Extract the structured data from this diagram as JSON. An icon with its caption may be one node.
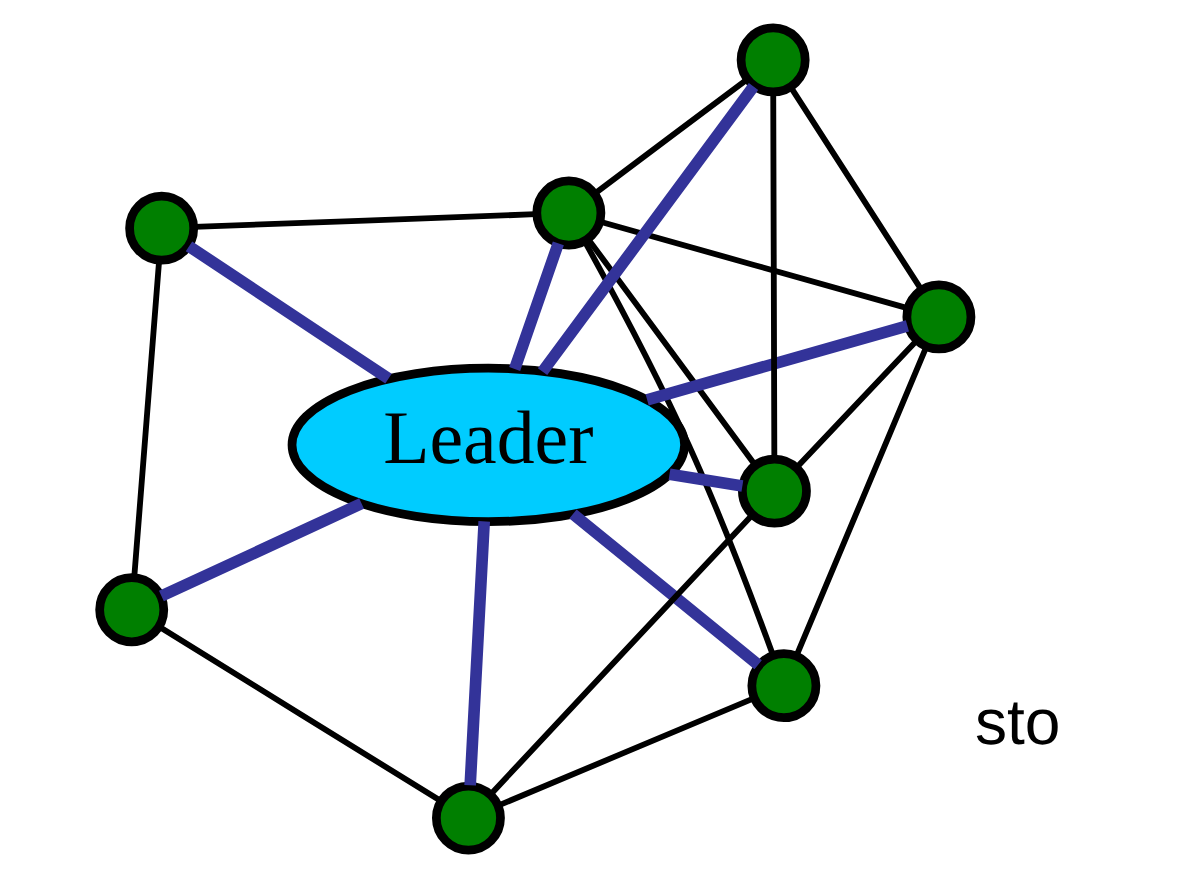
{
  "diagram": {
    "nodes": [
      {
        "text": [],
        "shape": "circle"
      },
      {
        "text": [],
        "shape": "circle"
      },
      {
        "text": [],
        "shape": "circle"
      },
      {
        "text": [],
        "shape": "circle"
      },
      {
        "text": [
          "Leader"
        ]
      },
      {
        "text": [],
        "shape": "circle"
      },
      {
        "text": [],
        "shape": "circle"
      },
      {
        "text": [],
        "shape": "circle"
      },
      {
        "text": [],
        "shape": "circle"
      }
    ],
    "edges": [
      {
        "from": 1,
        "to": 0,
        "arrow": "none"
      },
      {
        "from": 1,
        "to": 2,
        "arrow": "none"
      },
      {
        "from": 1,
        "to": 5,
        "arrow": "none"
      },
      {
        "from": 1,
        "to": 8,
        "arrow": "none"
      },
      {
        "from": 0,
        "to": 2,
        "arrow": "none"
      },
      {
        "from": 0,
        "to": 7,
        "arrow": "none"
      },
      {
        "from": 2,
        "to": 3,
        "arrow": "none"
      },
      {
        "from": 2,
        "to": 5,
        "arrow": "none"
      },
      {
        "from": 2,
        "to": 8,
        "arrow": "none"
      },
      {
        "from": 3,
        "to": 6,
        "arrow": "none"
      },
      {
        "from": 6,
        "to": 7,
        "arrow": "none"
      },
      {
        "from": 8,
        "to": 7,
        "arrow": "none"
      },
      {
        "from": 5,
        "to": 8,
        "arrow": "none"
      },
      {
        "from": 4,
        "to": 0,
        "arrow": "none",
        "style": "thick",
        "color": "#333399"
      },
      {
        "from": 4,
        "to": 1,
        "arrow": "none",
        "style": "thick",
        "color": "#333399"
      },
      {
        "from": 4,
        "to": 2,
        "arrow": "none",
        "style": "thick",
        "color": "#333399"
      },
      {
        "from": 4,
        "to": 3,
        "arrow": "none",
        "style": "thick",
        "color": "#333399"
      },
      {
        "from": 4,
        "to": 5,
        "arrow": "none",
        "style": "thick",
        "color": "#333399"
      },
      {
        "from": 4,
        "to": 6,
        "arrow": "none",
        "style": "thick",
        "color": "#333399"
      },
      {
        "from": 4,
        "to": 7,
        "arrow": "none",
        "style": "thick",
        "color": "#333399"
      },
      {
        "from": 4,
        "to": 8,
        "arrow": "none",
        "style": "thick",
        "color": "#333399"
      }
    ],
    "labels": [
      "sto"
    ]
  }
}
